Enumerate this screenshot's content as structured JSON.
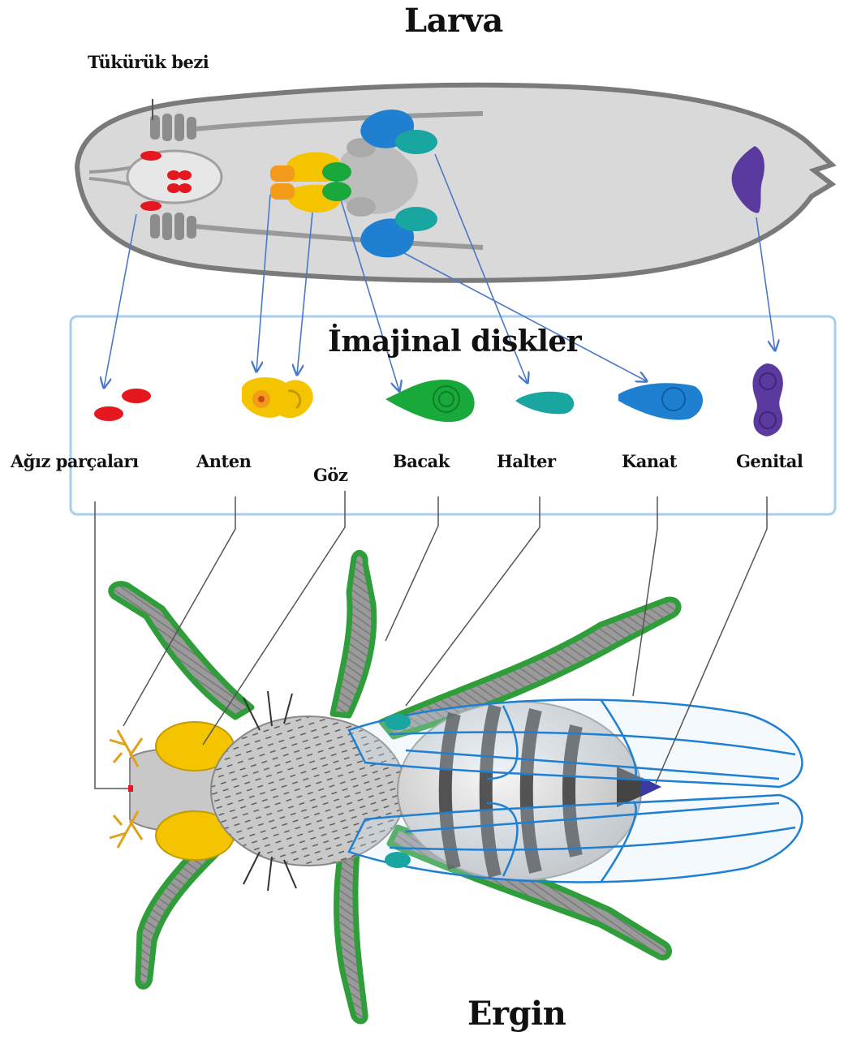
{
  "titles": {
    "top": "Larva",
    "bottom": "Ergin",
    "box": "İmajinal diskler"
  },
  "labels": {
    "salivary_gland": "Tükürük bezi",
    "mouth_parts": "Ağız parçaları",
    "antenna": "Anten",
    "eye": "Göz",
    "leg": "Bacak",
    "haltere": "Halter",
    "wing": "Kanat",
    "genital": "Genital"
  },
  "colors": {
    "mouth_parts": "#e5171f",
    "antenna_eye": "#f4c400",
    "antenna_orange": "#f29a1a",
    "leg": "#19a83a",
    "haltere": "#1aa6a0",
    "wing": "#1f7fd0",
    "genital": "#5b3aa0",
    "larva_body": "#d9d9d9",
    "connector_arrow": "#4a78c8",
    "box_border": "#a9cdee"
  }
}
